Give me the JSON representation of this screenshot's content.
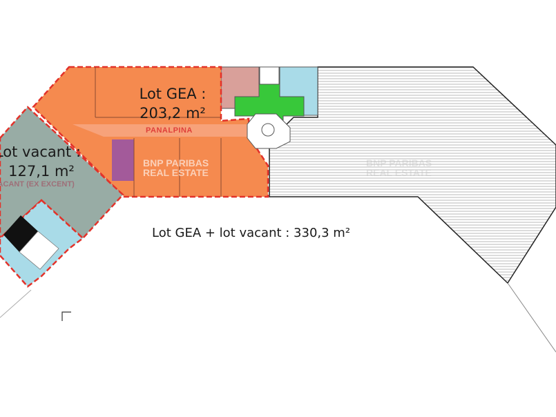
{
  "plan": {
    "lot_gea_label": "Lot GEA :",
    "lot_gea_area": "203,2 m²",
    "lot_vacant_label": "Lot vacant :",
    "lot_vacant_area": "127,1 m²",
    "total_label": "Lot GEA + lot vacant  : 330,3 m²",
    "tenant_label": "PANALPINA",
    "former_tenant_label": "VACANT (EX EXCENT)",
    "watermark_line1": "BNP PARIBAS",
    "watermark_line2": "REAL ESTATE"
  },
  "colors": {
    "lot_gea": "#f58a4f",
    "lot_vacant": "#98aca5",
    "circulation": "#38c83a",
    "sanitary": "#a9dbe8",
    "boundary": "#e2322a",
    "hatched": "#ffffff"
  }
}
